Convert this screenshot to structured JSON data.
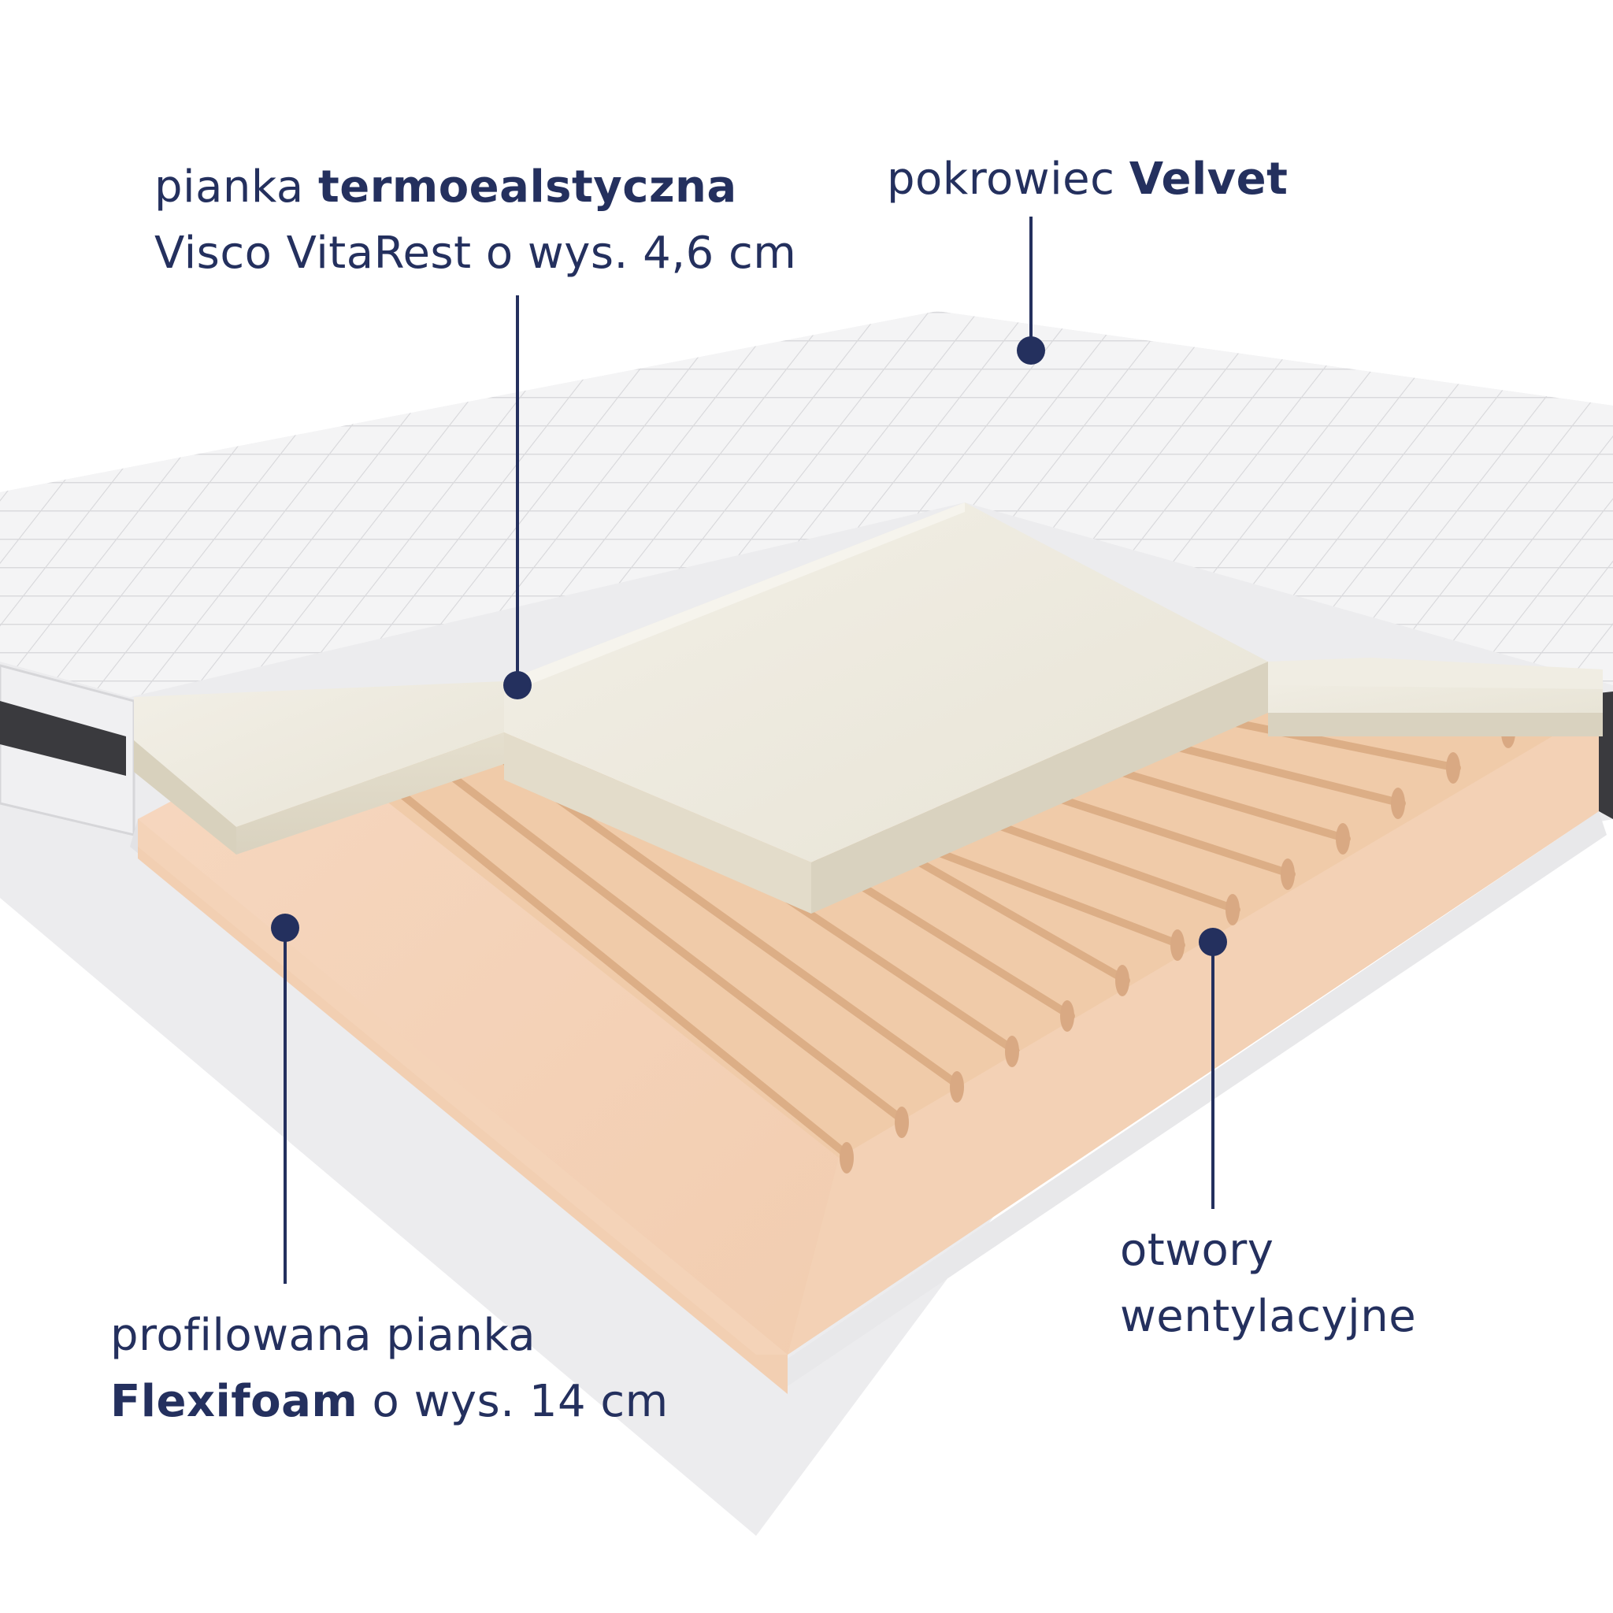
{
  "labels": {
    "top_layer": {
      "line1_prefix": "pianka ",
      "line1_bold": "termoealstyczna",
      "line2": "Visco VitaRest o wys. 4,6 cm"
    },
    "cover": {
      "prefix": "pokrowiec ",
      "bold": "Velvet"
    },
    "base": {
      "line1": "profilowana pianka",
      "line2_bold": "Flexifoam",
      "line2_suffix": " o wys. 14 cm"
    },
    "vents": {
      "line1": "otwory",
      "line2": "wentylacyjne"
    }
  },
  "colors": {
    "text": "#24305e",
    "callout": "#24305e",
    "cover": "#f3f3f4",
    "top_foam": "#efece1",
    "base_foam": "#f4d3b8",
    "side_band": "#3a3a3e"
  }
}
